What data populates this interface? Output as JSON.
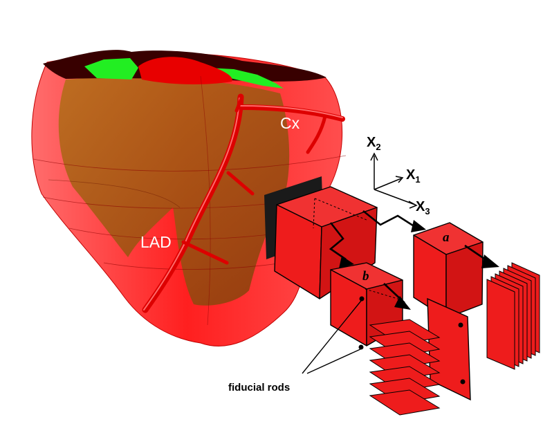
{
  "labels": {
    "circumflex": "Cx",
    "lad": "LAD",
    "block_a": "a",
    "block_b": "b",
    "fiducial": "fiducial rods"
  },
  "axes": {
    "x2": {
      "letter": "X",
      "sub": "2"
    },
    "x1": {
      "letter": "X",
      "sub": "1"
    },
    "x3": {
      "letter": "X",
      "sub": "3"
    }
  },
  "colors": {
    "heart_outer": "#ff2a2a",
    "heart_inner": "#a85a14",
    "vessel": "#e00000",
    "valve_green": "#22ee22",
    "block": "#ee1c1c",
    "block_dark": "#c30d0d"
  }
}
